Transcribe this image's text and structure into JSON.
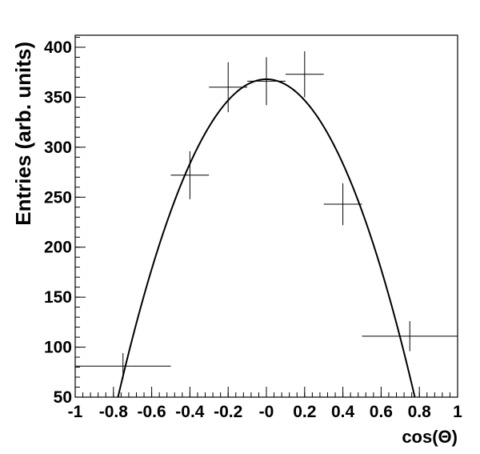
{
  "chart_data": {
    "type": "scatter",
    "xlabel": "cos(Θ)",
    "ylabel": "Entries (arb. units)",
    "xlim": [
      -1,
      1
    ],
    "ylim": [
      50,
      412
    ],
    "x_ticks": [
      -1,
      -0.8,
      -0.6,
      -0.4,
      -0.2,
      0,
      0.2,
      0.4,
      0.6,
      0.8,
      1
    ],
    "x_tick_labels": [
      "-1",
      "-0.8",
      "-0.6",
      "-0.4",
      "-0.2",
      "-0",
      "0.2",
      "0.4",
      "0.6",
      "0.8",
      "1"
    ],
    "y_ticks": [
      50,
      100,
      150,
      200,
      250,
      300,
      350,
      400
    ],
    "y_tick_labels": [
      "50",
      "100",
      "150",
      "200",
      "250",
      "300",
      "350",
      "400"
    ],
    "grid": false,
    "series": [
      {
        "points": [
          {
            "x": -0.75,
            "y": 81,
            "x_low": -1.0,
            "x_high": -0.5,
            "y_err": 13
          },
          {
            "x": -0.4,
            "y": 272,
            "x_low": -0.5,
            "x_high": -0.3,
            "y_err": 24
          },
          {
            "x": -0.2,
            "y": 360,
            "x_low": -0.3,
            "x_high": -0.1,
            "y_err": 25
          },
          {
            "x": 0.0,
            "y": 366,
            "x_low": -0.1,
            "x_high": 0.1,
            "y_err": 24
          },
          {
            "x": 0.2,
            "y": 373,
            "x_low": 0.1,
            "x_high": 0.3,
            "y_err": 23
          },
          {
            "x": 0.4,
            "y": 243,
            "x_low": 0.3,
            "x_high": 0.5,
            "y_err": 21
          },
          {
            "x": 0.75,
            "y": 111,
            "x_low": 0.5,
            "x_high": 1.0,
            "y_err": 15
          }
        ]
      }
    ],
    "fit_curve": {
      "type": "parabola",
      "peak_x": 0.0,
      "peak_y": 368,
      "zero_crossings": [
        -0.835,
        0.835
      ]
    }
  }
}
